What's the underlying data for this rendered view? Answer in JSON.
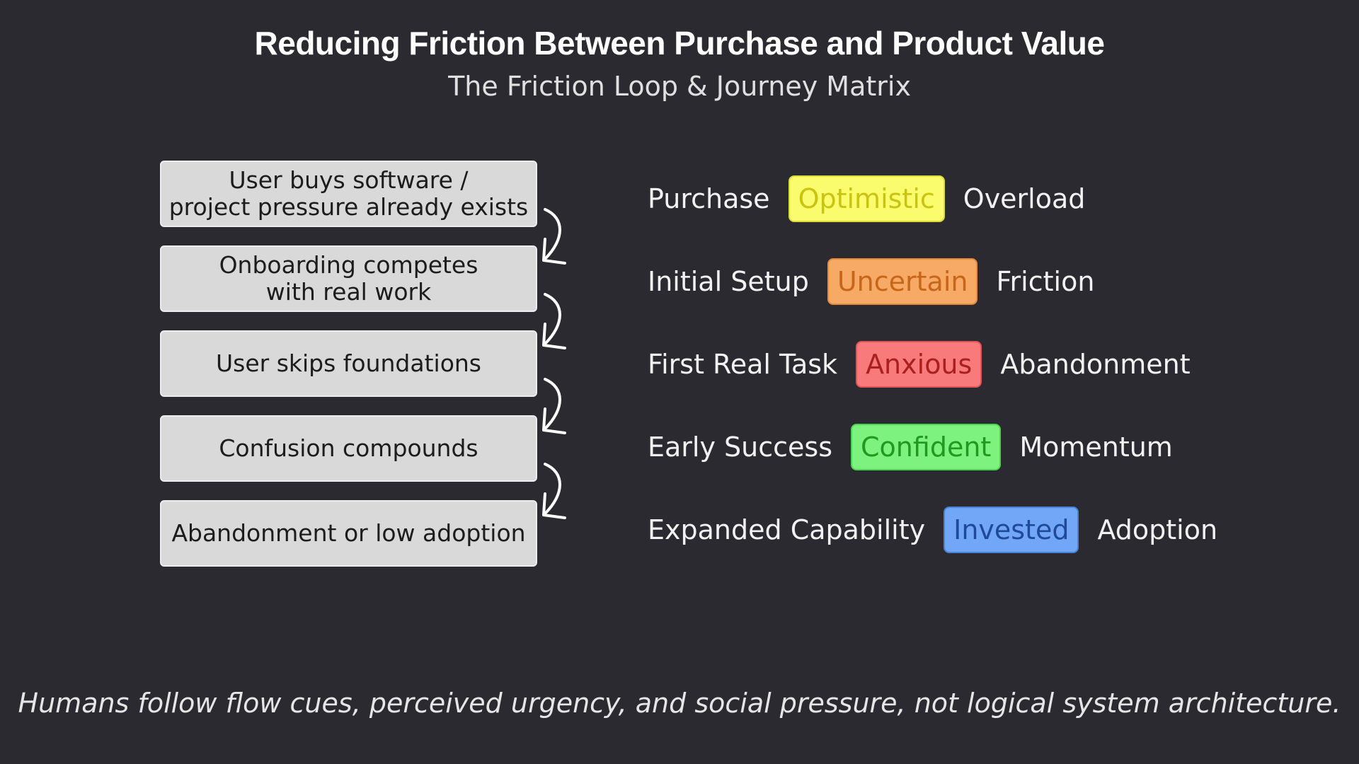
{
  "title": "Reducing Friction Between Purchase and Product Value",
  "subtitle": "The Friction Loop & Journey Matrix",
  "friction_loop": [
    {
      "line1": "User buys software /",
      "line2": "project pressure already exists"
    },
    {
      "line1": "Onboarding competes",
      "line2": "with real work"
    },
    {
      "line1": "User skips foundations",
      "line2": ""
    },
    {
      "line1": "Confusion compounds",
      "line2": ""
    },
    {
      "line1": "Abandonment or low adoption",
      "line2": ""
    }
  ],
  "journey_matrix": [
    {
      "stage": "Purchase",
      "emotion": "Optimistic",
      "outcome": "Overload",
      "badge_bg": "#fbfb6e",
      "badge_border": "#dcdc3a",
      "badge_text": "#c9c312"
    },
    {
      "stage": "Initial Setup",
      "emotion": "Uncertain",
      "outcome": "Friction",
      "badge_bg": "#f6aa66",
      "badge_border": "#e68b3a",
      "badge_text": "#c76619"
    },
    {
      "stage": "First Real Task",
      "emotion": "Anxious",
      "outcome": "Abandonment",
      "badge_bg": "#f87a7a",
      "badge_border": "#e25555",
      "badge_text": "#aa1f1f"
    },
    {
      "stage": "Early Success",
      "emotion": "Confident",
      "outcome": "Momentum",
      "badge_bg": "#7ef27e",
      "badge_border": "#4fd34f",
      "badge_text": "#1f9a1f"
    },
    {
      "stage": "Expanded Capability",
      "emotion": "Invested",
      "outcome": "Adoption",
      "badge_bg": "#72a6f7",
      "badge_border": "#4a82d8",
      "badge_text": "#1f4a9a"
    }
  ],
  "footer": "Humans follow flow cues, perceived urgency, and social pressure, not logical system architecture."
}
